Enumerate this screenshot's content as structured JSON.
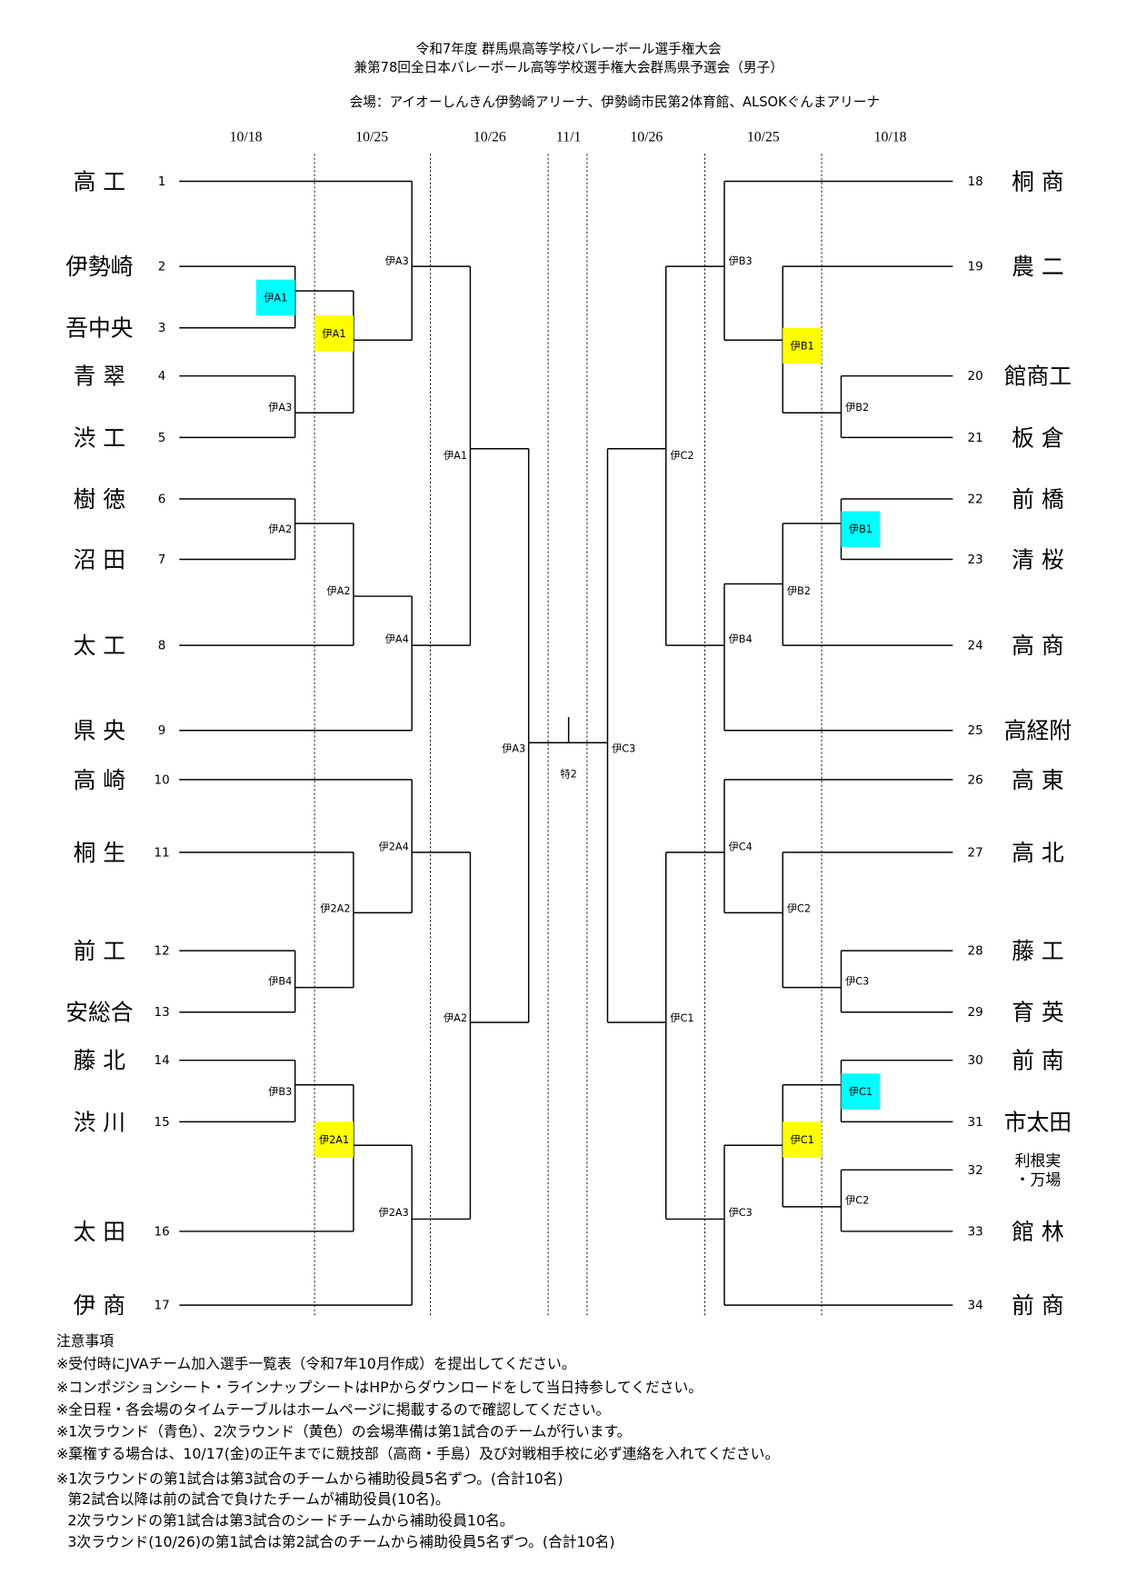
{
  "header": {
    "title_line1": "令和7年度  群馬県高等学校バレーボール選手権大会",
    "title_line2": "兼第78回全日本バレーボール高等学校選手権大会群馬県予選会（男子）",
    "venue": "会場：アイオーしんきん伊勢崎アリーナ、伊勢崎市民第2体育館、ALSOKぐんまアリーナ"
  },
  "dates": [
    "10/18",
    "10/25",
    "10/26",
    "11/1",
    "10/26",
    "10/25",
    "10/18"
  ],
  "left_teams": [
    {
      "seed": "1",
      "name": "高 工"
    },
    {
      "seed": "2",
      "name": "伊勢崎"
    },
    {
      "seed": "3",
      "name": "吾中央"
    },
    {
      "seed": "4",
      "name": "青 翠"
    },
    {
      "seed": "5",
      "name": "渋 工"
    },
    {
      "seed": "6",
      "name": "樹 徳"
    },
    {
      "seed": "7",
      "name": "沼 田"
    },
    {
      "seed": "8",
      "name": "太 工"
    },
    {
      "seed": "9",
      "name": "県 央"
    },
    {
      "seed": "10",
      "name": "高 崎"
    },
    {
      "seed": "11",
      "name": "桐 生"
    },
    {
      "seed": "12",
      "name": "前 工"
    },
    {
      "seed": "13",
      "name": "安総合"
    },
    {
      "seed": "14",
      "name": "藤 北"
    },
    {
      "seed": "15",
      "name": "渋 川"
    },
    {
      "seed": "16",
      "name": "太 田"
    },
    {
      "seed": "17",
      "name": "伊 商"
    }
  ],
  "right_teams": [
    {
      "seed": "18",
      "name": "桐 商"
    },
    {
      "seed": "19",
      "name": "農 二"
    },
    {
      "seed": "20",
      "name": "館商工"
    },
    {
      "seed": "21",
      "name": "板 倉"
    },
    {
      "seed": "22",
      "name": "前 橋"
    },
    {
      "seed": "23",
      "name": "清 桜"
    },
    {
      "seed": "24",
      "name": "高 商"
    },
    {
      "seed": "25",
      "name": "高経附"
    },
    {
      "seed": "26",
      "name": "高 東"
    },
    {
      "seed": "27",
      "name": "高 北"
    },
    {
      "seed": "28",
      "name": "藤 工"
    },
    {
      "seed": "29",
      "name": "育 英"
    },
    {
      "seed": "30",
      "name": "前 南"
    },
    {
      "seed": "31",
      "name": "市太田"
    },
    {
      "seed": "32",
      "name": "利根実",
      "name2": "・万場"
    },
    {
      "seed": "33",
      "name": "館 林"
    },
    {
      "seed": "34",
      "name": "前 商"
    }
  ],
  "left_matches": [
    "伊A1",
    "伊A3",
    "伊A1",
    "伊A3",
    "伊A2",
    "伊A2",
    "伊A4",
    "伊A1",
    "伊B4",
    "伊2A2",
    "伊2A4",
    "伊B3",
    "伊2A1",
    "伊2A3",
    "伊A2",
    "伊A3"
  ],
  "right_matches": [
    "伊B2",
    "伊B1",
    "伊B3",
    "伊B1",
    "伊B2",
    "伊B4",
    "伊C2",
    "伊C3",
    "伊C2",
    "伊C4",
    "伊C1",
    "伊C2",
    "伊C1",
    "伊C3",
    "伊C1",
    "伊C3"
  ],
  "final_label": "特2",
  "colors": {
    "first_round": "#00ffff",
    "second_round": "#ffff00"
  },
  "notes": {
    "heading": "注意事項",
    "lines": [
      "※受付時にJVAチーム加入選手一覧表（令和7年10月作成）を提出してください。",
      "※コンポジションシート・ラインナップシートはHPからダウンロードをして当日持参してください。",
      "※全日程・各会場のタイムテーブルはホームページに掲載するので確認してください。",
      "※1次ラウンド（青色）、2次ラウンド（黄色）の会場準備は第1試合のチームが行います。",
      "※棄権する場合は、10/17(金)の正午までに競技部（高商・手島）及び対戦相手校に必ず連絡を入れてください。",
      "※1次ラウンドの第1試合は第3試合のチームから補助役員5名ずつ。(合計10名)",
      "第2試合以降は前の試合で負けたチームが補助役員(10名)。",
      "2次ラウンドの第1試合は第3試合のシードチームから補助役員10名。",
      "3次ラウンド(10/26)の第1試合は第2試合のチームから補助役員5名ずつ。(合計10名)"
    ]
  }
}
